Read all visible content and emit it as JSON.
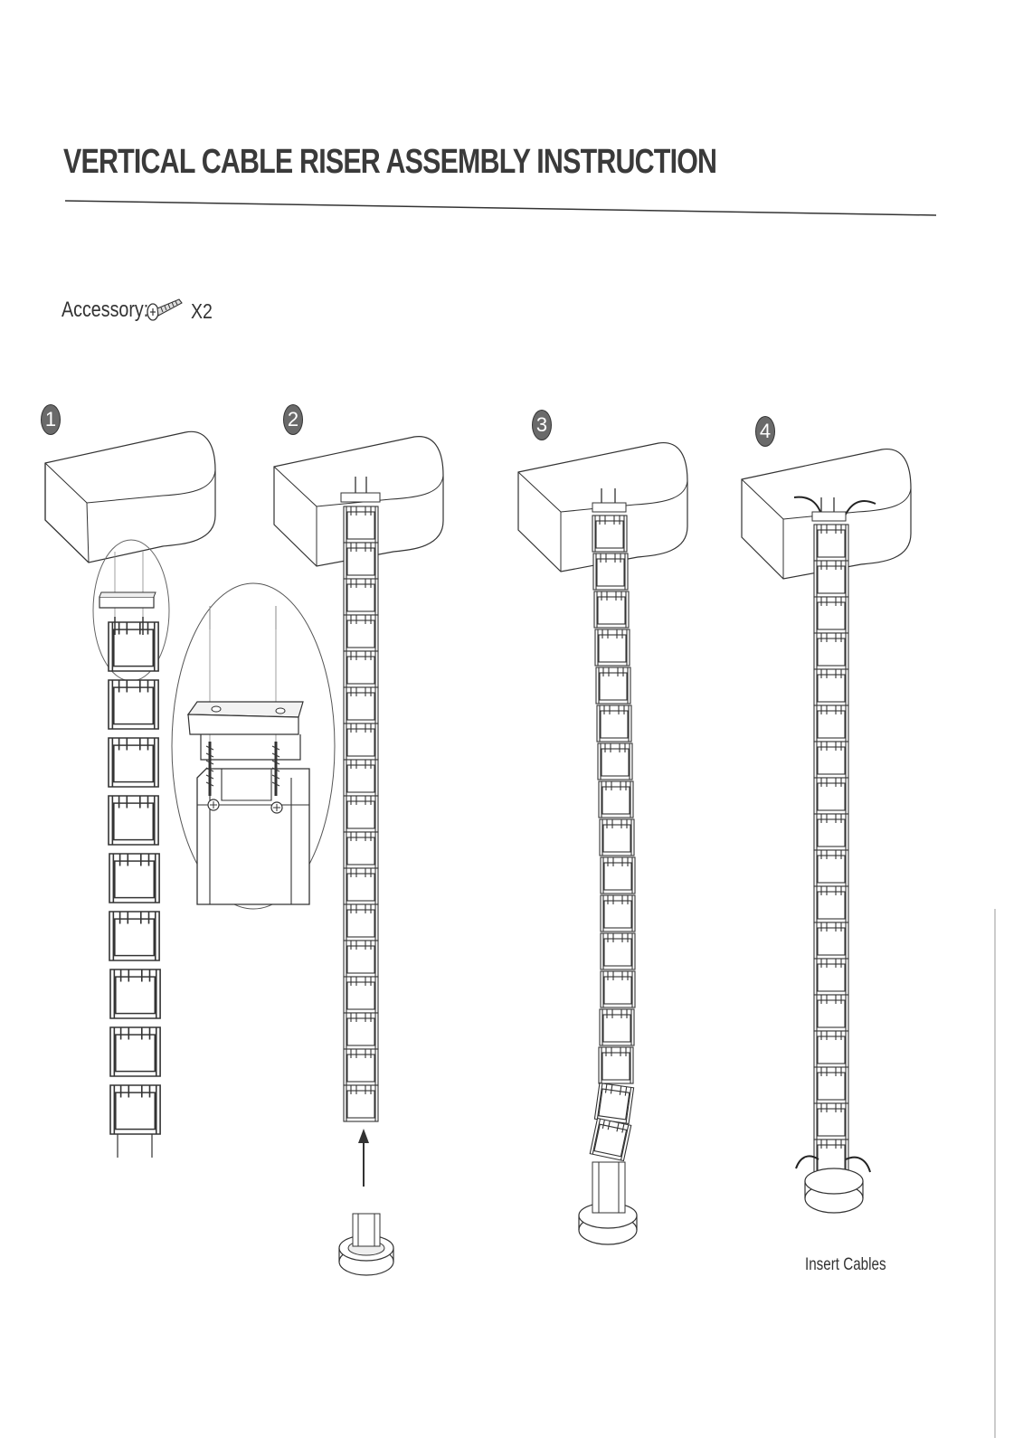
{
  "title": "VERTICAL CABLE RISER ASSEMBLY INSTRUCTION",
  "accessory": {
    "label": "Accessory:",
    "icon": "screw-icon",
    "quantity": "X2"
  },
  "steps": [
    {
      "number": "1"
    },
    {
      "number": "2"
    },
    {
      "number": "3"
    },
    {
      "number": "4",
      "caption": "Insert Cables"
    }
  ]
}
